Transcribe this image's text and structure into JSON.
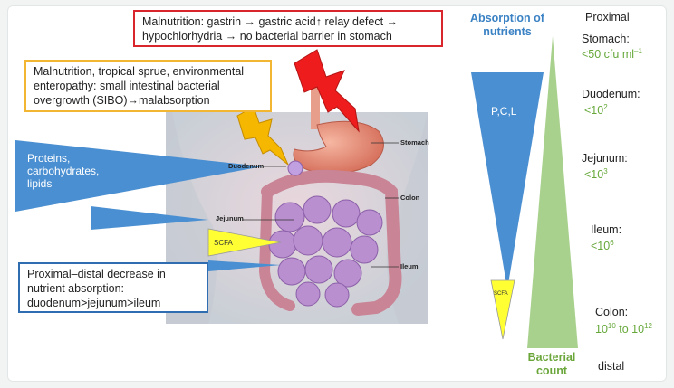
{
  "boxes": {
    "red_line1": "Malnutrition: gastrin → gastric acid↑ relay defect →",
    "red_line2": "hypochlorhydria → no bacterial barrier in stomach",
    "yellow_line1": "Malnutrition, tropical sprue, environmental",
    "yellow_line2": "enteropathy: small intestinal bacterial",
    "yellow_line3": "overgrowth (SIBO)→malabsorption",
    "blue_line1": "Proximal–distal decrease in",
    "blue_line2": "nutrient absorption:",
    "blue_line3": "duodenum>jejunum>ileum"
  },
  "left_wedges": {
    "nutrients_1": "Proteins,",
    "nutrients_2": "carbohydrates,",
    "nutrients_3": "lipids",
    "scfa": "SCFA"
  },
  "organ_labels": {
    "stomach": "Stomach",
    "duodenum": "Duodenum",
    "colon": "Colon",
    "jejunum": "Jejunum",
    "ileum": "Ileum"
  },
  "absorption": {
    "title_1": "Absorption of",
    "title_2": "nutrients",
    "pcl": "P,C,L",
    "scfa": "SCFA"
  },
  "bacterial": {
    "proximal": "Proximal",
    "distal": "distal",
    "count_1": "Bacterial",
    "count_2": "count",
    "stomach_label": "Stomach:",
    "stomach_value": "<50 cfu ml",
    "stomach_sup": "–1",
    "duodenum_label": "Duodenum:",
    "duodenum_base": "<10",
    "duodenum_sup": "2",
    "jejunum_label": "Jejunum:",
    "jejunum_base": "<10",
    "jejunum_sup": "3",
    "ileum_label": "Ileum:",
    "ileum_base": "<10",
    "ileum_sup": "6",
    "colon_label": "Colon:",
    "colon_base1": "10",
    "colon_sup1": "10",
    "colon_to": " to 10",
    "colon_sup2": "12"
  },
  "colors": {
    "red_border": "#d9262c",
    "yellow_border": "#f2b632",
    "blue_border": "#2f6db0",
    "blue_wedge": "#4a8fd1",
    "green_triangle": "#a9d18e",
    "scfa_yellow": "#ffff33",
    "green_text": "#66a83a"
  }
}
